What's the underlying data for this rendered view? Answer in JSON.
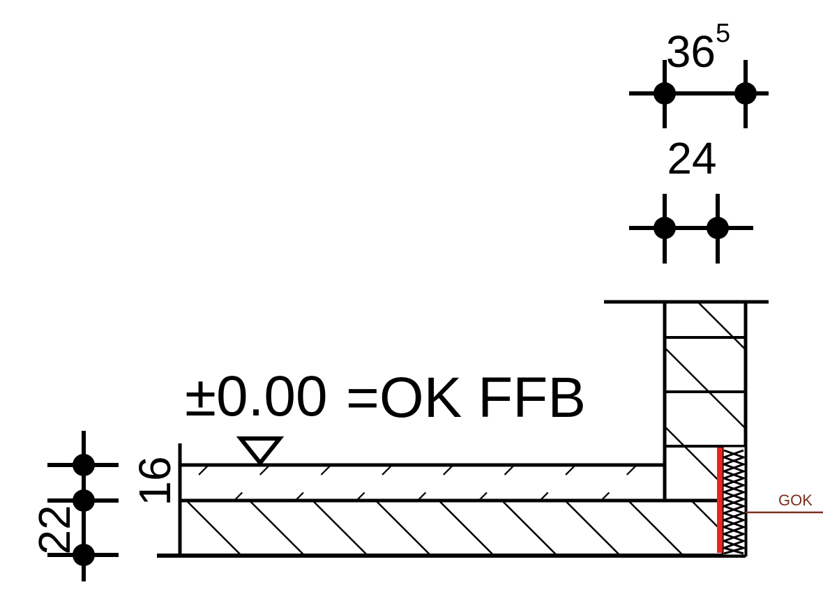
{
  "dimensions": {
    "wall_total": {
      "base": "36",
      "sup": "5"
    },
    "wall_core": "24",
    "screed": "16",
    "slab": "22"
  },
  "level": {
    "value": "±0.00",
    "label": "=OK FFB"
  },
  "ground": {
    "label": "GOK",
    "color": "#7a3020"
  },
  "colors": {
    "line": "#000000",
    "sealing": "#e8261d"
  }
}
